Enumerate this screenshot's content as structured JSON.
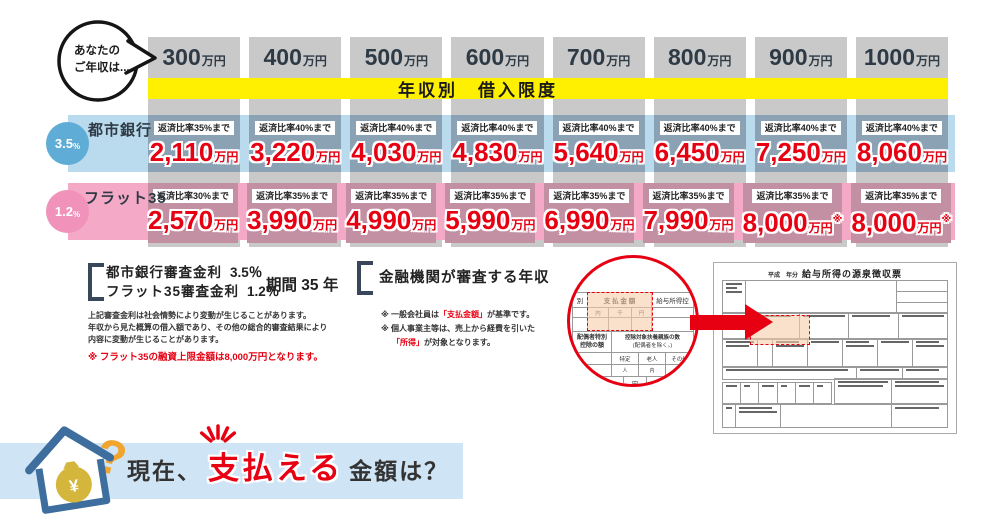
{
  "colors": {
    "yellow": "#ffef00",
    "red": "#e60012",
    "gray_col": "#c9c9c9",
    "blue_band": "#badaed",
    "blue_cell": "#8aa2b4",
    "blue_circle": "#5fadd6",
    "pink_band": "#f4a9c6",
    "pink_cell": "#c38fa2",
    "pink_circle": "#f192ba",
    "strip_blue": "#cfe4f5",
    "house_blue": "#3e6e9e",
    "bag_gold": "#d4b63c",
    "question_orange": "#f1a42e"
  },
  "bubble": {
    "line1": "あなたの",
    "line2": "ご年収は..."
  },
  "table": {
    "banner": "年収別　借入限度",
    "income_unit": "万円",
    "incomes": [
      "300",
      "400",
      "500",
      "600",
      "700",
      "800",
      "900",
      "1000"
    ],
    "rows": [
      {
        "label": "都市銀行",
        "rate": "3.5",
        "rate_unit": "%",
        "cells": [
          {
            "ratio": "返済比率35%まで",
            "amount": "2,110",
            "unit": "万円"
          },
          {
            "ratio": "返済比率40%まで",
            "amount": "3,220",
            "unit": "万円"
          },
          {
            "ratio": "返済比率40%まで",
            "amount": "4,030",
            "unit": "万円"
          },
          {
            "ratio": "返済比率40%まで",
            "amount": "4,830",
            "unit": "万円"
          },
          {
            "ratio": "返済比率40%まで",
            "amount": "5,640",
            "unit": "万円"
          },
          {
            "ratio": "返済比率40%まで",
            "amount": "6,450",
            "unit": "万円"
          },
          {
            "ratio": "返済比率40%まで",
            "amount": "7,250",
            "unit": "万円"
          },
          {
            "ratio": "返済比率40%まで",
            "amount": "8,060",
            "unit": "万円"
          }
        ]
      },
      {
        "label": "フラット35",
        "rate": "1.2",
        "rate_unit": "%",
        "cells": [
          {
            "ratio": "返済比率30%まで",
            "amount": "2,570",
            "unit": "万円"
          },
          {
            "ratio": "返済比率35%まで",
            "amount": "3,990",
            "unit": "万円"
          },
          {
            "ratio": "返済比率35%まで",
            "amount": "4,990",
            "unit": "万円"
          },
          {
            "ratio": "返済比率35%まで",
            "amount": "5,990",
            "unit": "万円"
          },
          {
            "ratio": "返済比率35%まで",
            "amount": "6,990",
            "unit": "万円"
          },
          {
            "ratio": "返済比率35%まで",
            "amount": "7,990",
            "unit": "万円"
          },
          {
            "ratio": "返済比率35%まで",
            "amount": "8,000",
            "unit": "万円",
            "note": "※"
          },
          {
            "ratio": "返済比率35%まで",
            "amount": "8,000",
            "unit": "万円",
            "note": "※"
          }
        ]
      }
    ]
  },
  "notes_left": {
    "row1_label": "都市銀行審査金利",
    "row1_value": "3.5％",
    "row2_label": "フラット35審査金利",
    "row2_value": "1.2％",
    "term": "期間 35 年",
    "para": [
      "上記審査金利は社会情勢により変動が生じることがあります。",
      "年収から見た概算の借入額であり、その他の総合的審査結果により",
      "内容に変動が生じることがあります。"
    ],
    "warning": "※ フラット35の融資上限金額は8,000万円となります。"
  },
  "notes_right": {
    "title": "金融機関が審査する年収",
    "note1_pre": "※ 一般会社員は",
    "note1_red": "「支払金額」",
    "note1_post": "が基準です。",
    "note2": "※ 個人事業主等は、売上から経費を引いた",
    "note3_red": "「所得」",
    "note3_post": "が対象となります。"
  },
  "zoom_form": {
    "left": "別",
    "header": "支 払 金 額",
    "right": "給与所得控",
    "unit_inner": "内",
    "unit_thousand": "千",
    "unit_yen": "円",
    "f1a": "配偶者特別",
    "f1b": "控除の額",
    "f2a": "控除対象扶養親族の数",
    "f2b": "(配偶者を除く。)",
    "c1": "特定",
    "c2": "老人",
    "c3": "その他",
    "u1": "人",
    "u2": "内",
    "u3": "人",
    "bottom_yen": "円"
  },
  "form": {
    "era": "平成　年分",
    "title": "給与所得の源泉徴収票"
  },
  "footer": {
    "pre": "現在、",
    "highlight": "支払える",
    "post": "金額は？"
  }
}
